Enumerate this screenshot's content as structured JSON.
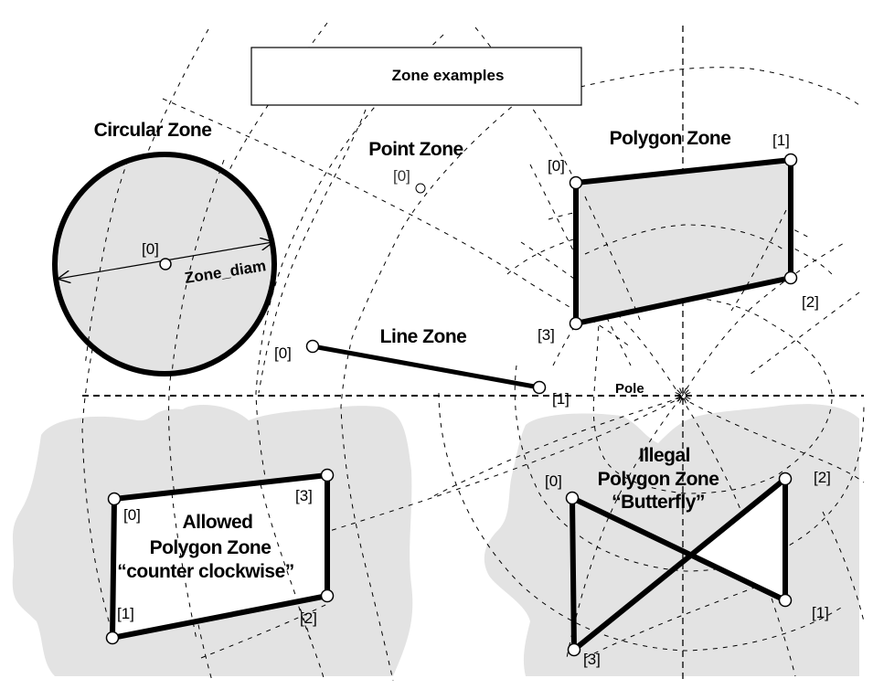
{
  "title": "Zone examples",
  "colors": {
    "zone_fill": "#e3e3e3",
    "background": "#ffffff",
    "stroke": "#000000"
  },
  "pole": {
    "label": "Pole"
  },
  "circular_zone": {
    "title": "Circular Zone",
    "center_label": "[0]",
    "diameter_label": "Zone_diam"
  },
  "point_zone": {
    "title": "Point Zone",
    "vertex_labels": [
      "[0]"
    ]
  },
  "line_zone": {
    "title": "Line Zone",
    "vertex_labels": [
      "[0]",
      "[1]"
    ]
  },
  "polygon_zone": {
    "title": "Polygon Zone",
    "vertex_labels": [
      "[0]",
      "[1]",
      "[2]",
      "[3]"
    ]
  },
  "allowed_polygon_zone": {
    "title_lines": [
      "Allowed",
      "Polygon Zone",
      "“counter clockwise”"
    ],
    "vertex_labels": [
      "[0]",
      "[1]",
      "[2]",
      "[3]"
    ]
  },
  "illegal_polygon_zone": {
    "title_lines": [
      "Illegal",
      "Polygon Zone",
      "“Butterfly”"
    ],
    "vertex_labels": [
      "[0]",
      "[1]",
      "[2]",
      "[3]"
    ]
  }
}
